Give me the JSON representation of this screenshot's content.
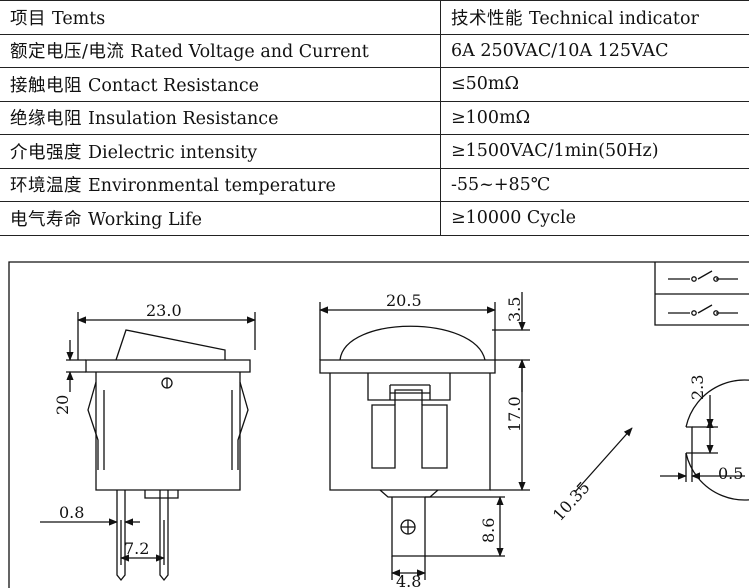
{
  "table": {
    "rows": [
      {
        "zh": "项目",
        "en": "Temts",
        "value_zh": "技术性能",
        "value": "Technical indicator"
      },
      {
        "zh": "额定电压/电流",
        "en": "Rated  Voltage and Current",
        "value_zh": "",
        "value": "6A  250VAC/10A  125VAC"
      },
      {
        "zh": "接触电阻",
        "en": "Contact Resistance",
        "value_zh": "",
        "value": "≤50mΩ"
      },
      {
        "zh": "绝缘电阻",
        "en": "Insulation  Resistance",
        "value_zh": "",
        "value": "≥100mΩ"
      },
      {
        "zh": "介电强度",
        "en": "Dielectric intensity",
        "value_zh": "",
        "value": "≥1500VAC/1min(50Hz)"
      },
      {
        "zh": "环境温度",
        "en": "Environmental temperature",
        "value_zh": "",
        "value": "-55~+85℃"
      },
      {
        "zh": "电气寿命",
        "en": "Working Life",
        "value_zh": "",
        "value": "≥10000 Cycle"
      }
    ]
  },
  "drawing": {
    "side_width": "23.0",
    "side_height": "20",
    "pin_thickness": "0.8",
    "pin_pitch": "7.2",
    "front_width": "20.5",
    "cap_height": "3.5",
    "body_height": "17.0",
    "terminal_length": "8.6",
    "terminal_width": "4.8",
    "hole_diameter": "10.35",
    "notch_depth": "2.3",
    "notch_width": "0.5"
  }
}
